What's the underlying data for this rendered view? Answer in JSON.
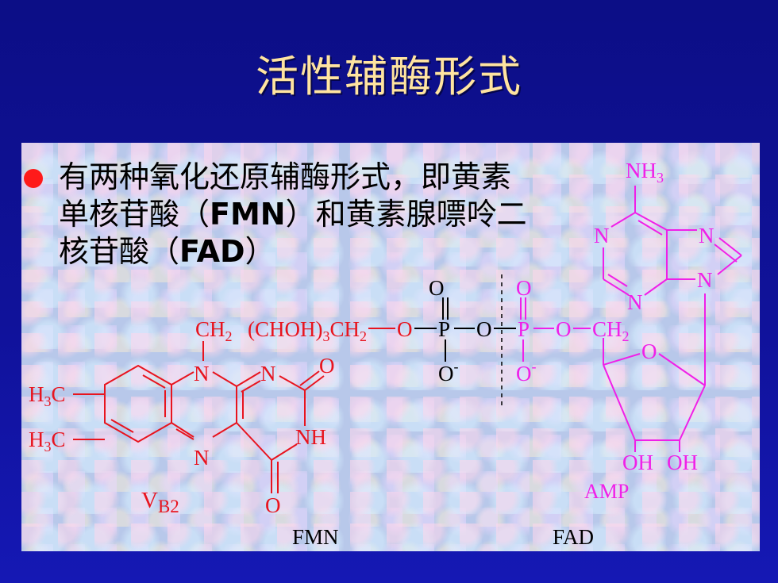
{
  "slide": {
    "title": "活性辅酶形式",
    "bullet": {
      "line1": "有两种氧化还原辅酶形式，即黄素",
      "line2_a": "单核苷酸（",
      "line2_b": "FMN",
      "line2_c": "）和黄素腺嘌呤二",
      "line3_a": "核苷酸（",
      "line3_b": "FAD",
      "line3_c": "）"
    }
  },
  "structure": {
    "labels": {
      "nh3": "NH",
      "nh3_sub": "3",
      "adenine_n1": "N",
      "adenine_n2": "N",
      "adenine_n3": "N",
      "adenine_n4": "N",
      "ch2_a": "CH",
      "ch2_a_sub": "2",
      "chain_open": "(CHOH)",
      "chain_sub3": "3",
      "chain_ch": "CH",
      "chain_ch_sub": "2",
      "o_bridge1": "O",
      "p1": "P",
      "o_bridge2": "O",
      "p2": "P",
      "o_bridge3": "O",
      "ch2_b": "CH",
      "ch2_b_sub": "2",
      "o_top1": "O",
      "o_top2": "O",
      "o_minus1": "O",
      "o_minus2": "O",
      "minus1": "-",
      "minus2": "-",
      "ring_o": "O",
      "ring_n1": "N",
      "ring_n2": "N",
      "ring_n3": "N",
      "ring_nh": "NH",
      "carbonyl_o1": "O",
      "carbonyl_o2": "O",
      "h3c_1": "H",
      "h3c_1_sub": "3",
      "h3c_1_c": "C",
      "h3c_2": "H",
      "h3c_2_sub": "3",
      "h3c_2_c": "C",
      "oh1": "OH",
      "oh2": "OH",
      "amp": "AMP",
      "vb2_v": "V",
      "vb2_sub": "B2",
      "fmn": "FMN",
      "fad": "FAD"
    },
    "colors": {
      "flavin": "#e8141e",
      "adenosine": "#f020e8",
      "phosphate": "#000000",
      "label_text": "#000000"
    }
  }
}
